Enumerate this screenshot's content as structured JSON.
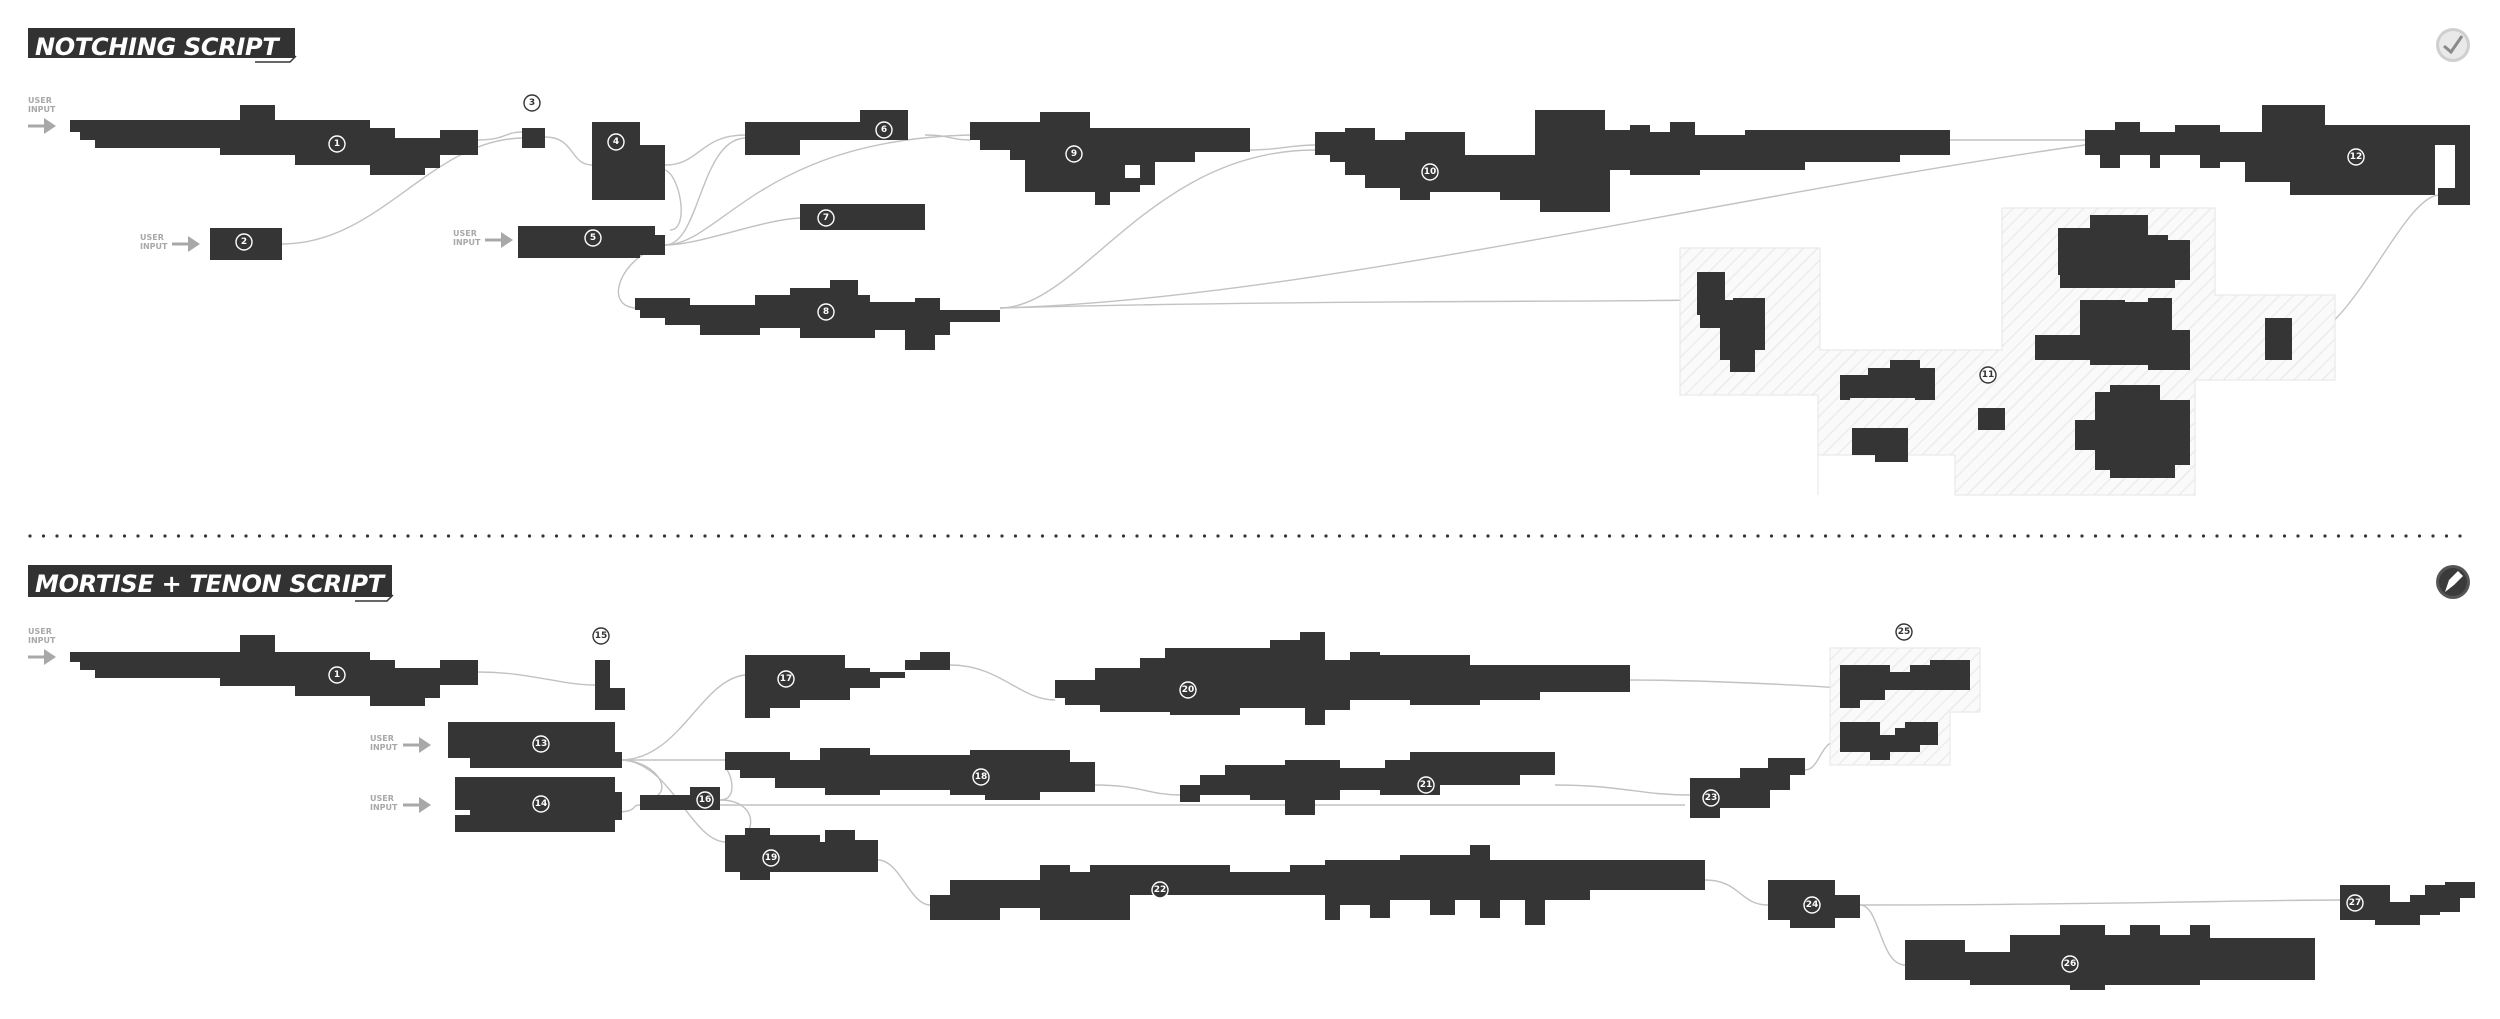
{
  "sections": {
    "notching": {
      "title": "NOTCHING SCRIPT",
      "icon": "checkmark-badge-icon",
      "user_input_label": "USER INPUT",
      "nodes": [
        "1",
        "2",
        "3",
        "4",
        "5",
        "6",
        "7",
        "8",
        "9",
        "10",
        "11",
        "12"
      ]
    },
    "mortise_tenon": {
      "title": "MORTISE + TENON SCRIPT",
      "icon": "pen-badge-icon",
      "user_input_label": "USER INPUT",
      "nodes": [
        "1",
        "13",
        "14",
        "15",
        "16",
        "17",
        "18",
        "19",
        "20",
        "21",
        "22",
        "23",
        "24",
        "25",
        "26",
        "27"
      ]
    }
  },
  "colors": {
    "block": "#353535",
    "wire": "#c2c2c2",
    "input_label": "#a8a8a8",
    "background": "#ffffff"
  }
}
